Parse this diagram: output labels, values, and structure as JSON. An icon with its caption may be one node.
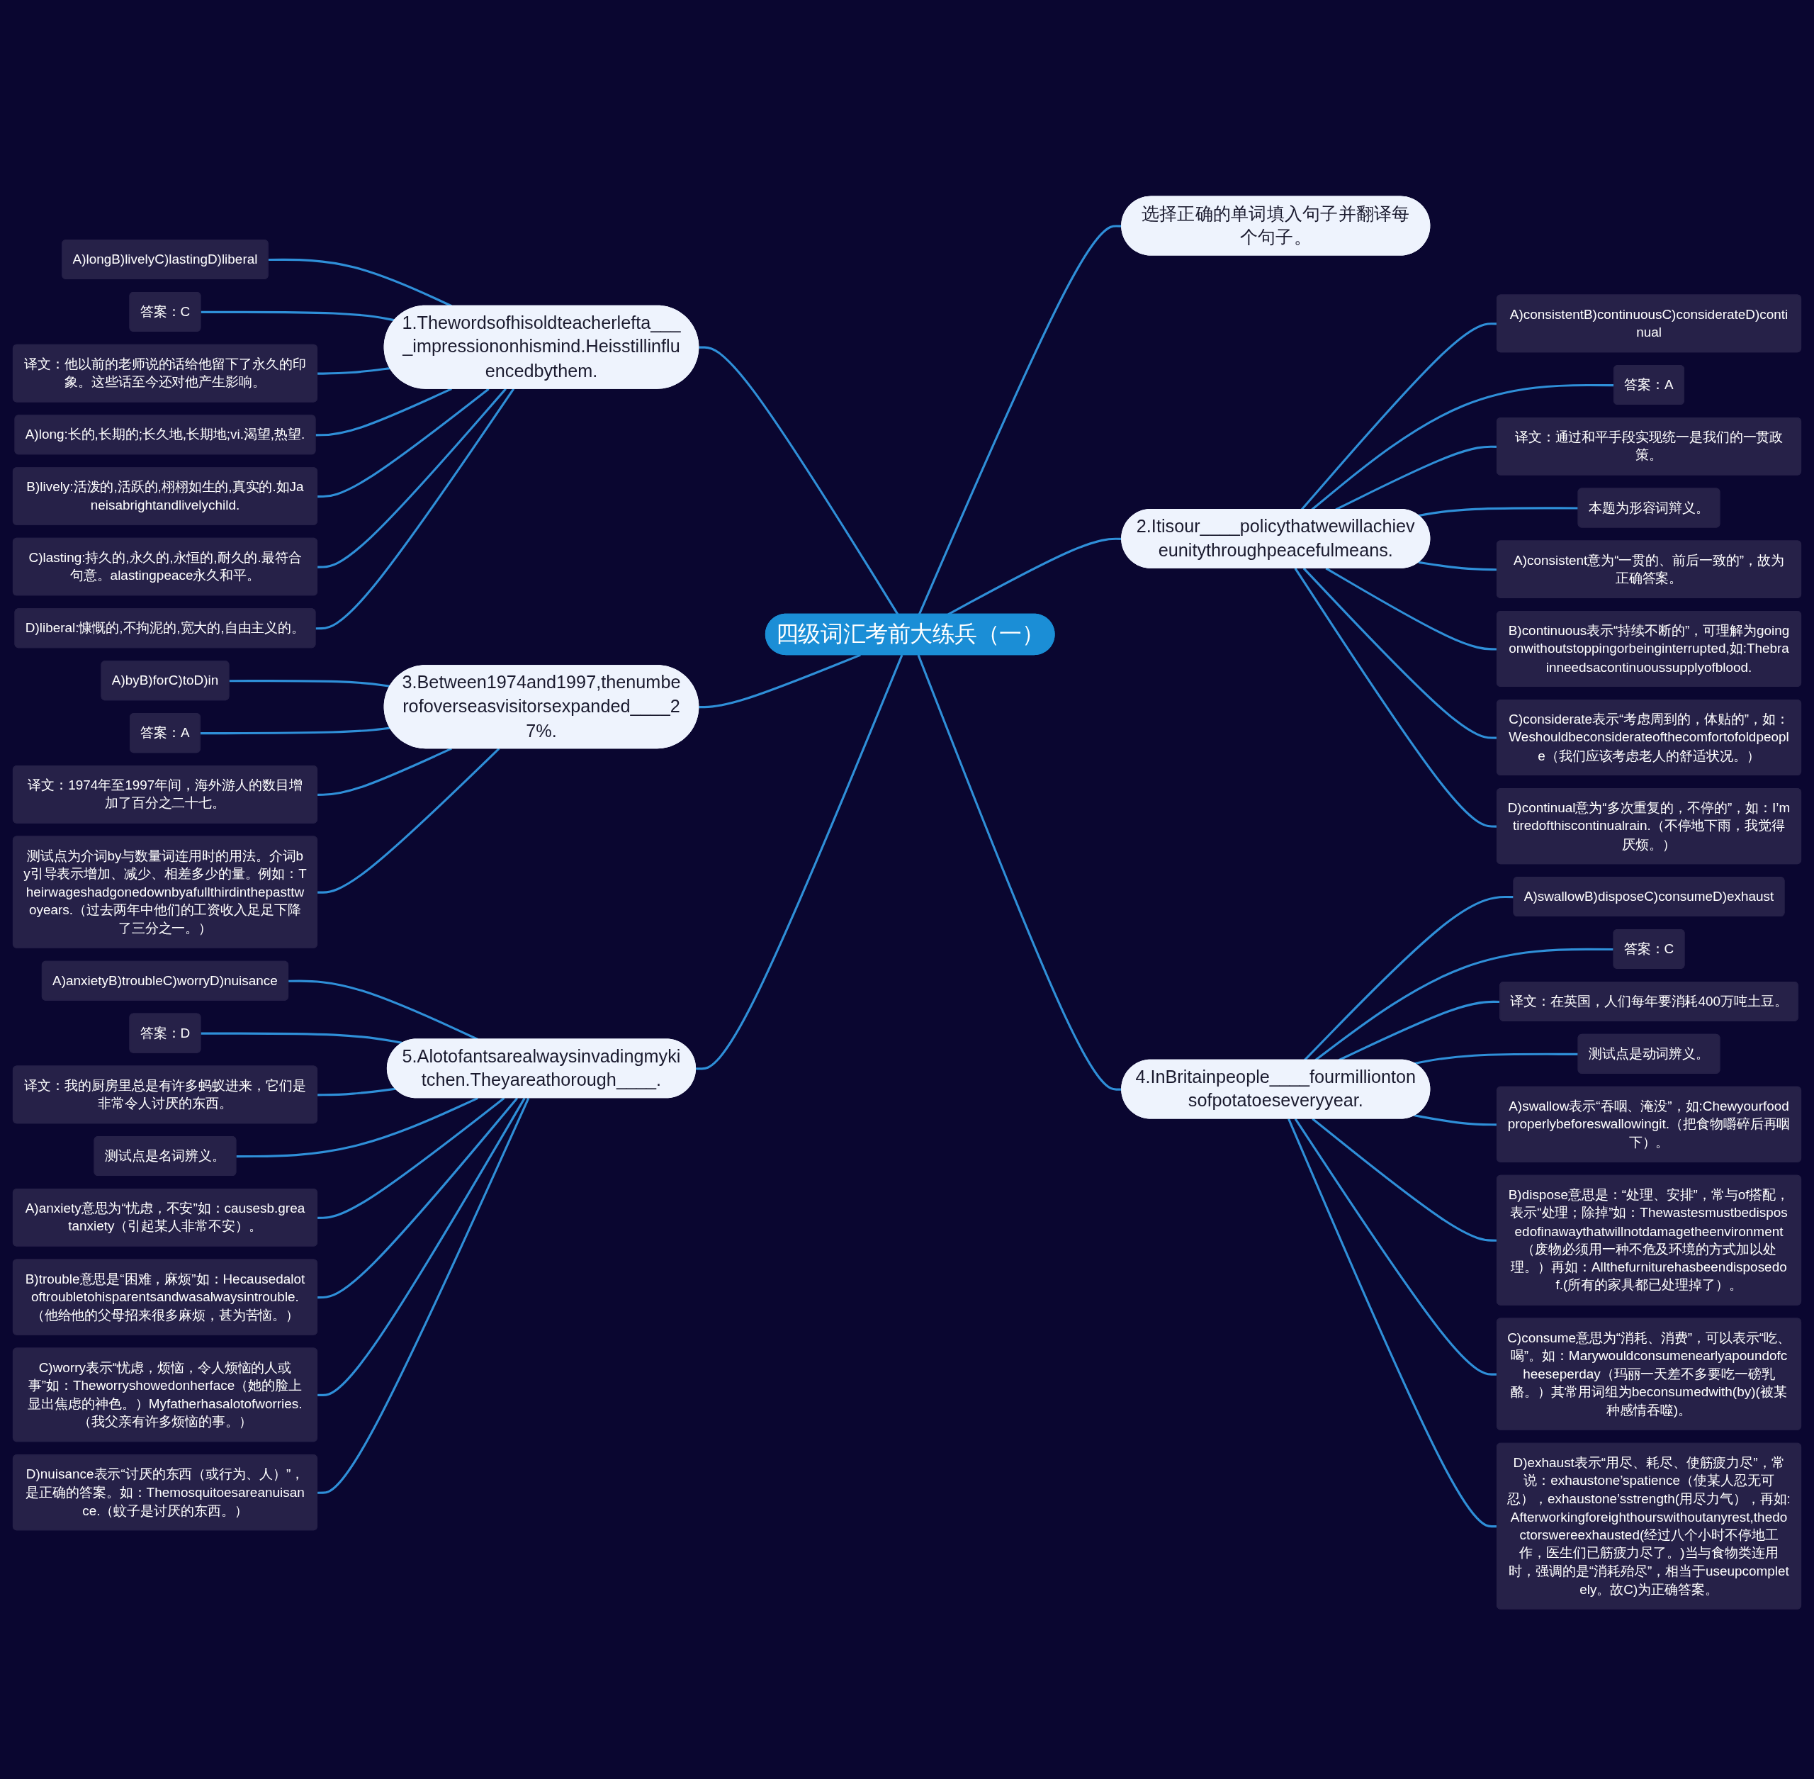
{
  "diagram": {
    "nodes": [
      {
        "text": [
          "四级词汇考前大练兵（一）"
        ]
      },
      {
        "text": [
          "选择正确的单词填入句子并翻译每个句子。"
        ]
      },
      {
        "text": [
          "1.Thewordsofhisoldteacherlefta____impressiononhismind.Heisstillinfluencedbythem."
        ]
      },
      {
        "text": [
          "A)longB)livelyC)lastingD)liberal"
        ]
      },
      {
        "text": [
          "答案：C"
        ]
      },
      {
        "text": [
          "译文：他以前的老师说的话给他留下了永久的印象。这些话至今还对他产生影响。"
        ]
      },
      {
        "text": [
          "A)long:长的,长期的;长久地,长期地;vi.渴望,热望."
        ]
      },
      {
        "text": [
          "B)lively:活泼的,活跃的,栩栩如生的,真实的.如Janeisabrightandlivelychild."
        ]
      },
      {
        "text": [
          "C)lasting:持久的,永久的,永恒的,耐久的.最符合句意。alastingpeace永久和平。"
        ]
      },
      {
        "text": [
          "D)liberal:慷慨的,不拘泥的,宽大的,自由主义的。"
        ]
      },
      {
        "text": [
          "2.Itisour____policythatwewillachieveunitythroughpeacefulmeans."
        ]
      },
      {
        "text": [
          "A)consistentB)continuousC)considerateD)continual"
        ]
      },
      {
        "text": [
          "答案：A"
        ]
      },
      {
        "text": [
          "译文：通过和平手段实现统一是我们的一贯政策。"
        ]
      },
      {
        "text": [
          "本题为形容词辩义。"
        ]
      },
      {
        "text": [
          "A)consistent意为“一贯的、前后一致的”，故为正确答案。"
        ]
      },
      {
        "text": [
          "B)continuous表示“持续不断的”，可理解为goingonwithoutstoppingorbeinginterrupted,如:Thebrainneedsacontinuoussupplyofblood."
        ]
      },
      {
        "text": [
          "C)considerate表示“考虑周到的，体贴的”，如：Weshouldbeconsiderateofthecomfortofoldpeople（我们应该考虑老人的舒适状况。）"
        ]
      },
      {
        "text": [
          "D)continual意为“多次重复的，不停的”，如：I’mtiredofthiscontinualrain.（不停地下雨，我觉得厌烦。）"
        ]
      },
      {
        "text": [
          "3.Between1974and1997,thenumberofoverseasvisitorsexpanded____27%."
        ]
      },
      {
        "text": [
          "A)byB)forC)toD)in"
        ]
      },
      {
        "text": [
          "答案：A"
        ]
      },
      {
        "text": [
          "译文：1974年至1997年间，海外游人的数目增加了百分之二十七。"
        ]
      },
      {
        "text": [
          "测试点为介词by与数量词连用时的用法。介词by引导表示增加、减少、相差多少的量。例如：Theirwageshadgonedownbyafullthirdinthepasttwoyears.（过去两年中他们的工资收入足足下降了三分之一。）"
        ]
      },
      {
        "text": [
          "4.InBritainpeople____fourmilliontonsofpotatoeseveryyear."
        ]
      },
      {
        "text": [
          "A)swallowB)disposeC)consumeD)exhaust"
        ]
      },
      {
        "text": [
          "答案：C"
        ]
      },
      {
        "text": [
          "译文：在英国，人们每年要消耗400万吨土豆。"
        ]
      },
      {
        "text": [
          "测试点是动词辨义。"
        ]
      },
      {
        "text": [
          "A)swallow表示“吞咽、淹没”，如:Chewyourfoodproperlybeforeswallowingit.（把食物嚼碎后再咽下）。"
        ]
      },
      {
        "text": [
          "B)dispose意思是：“处理、安排”，常与of搭配，表示“处理；除掉”如：Thewastesmustbedisposedofinawaythatwillnotdamagetheenvironment（废物必须用一种不危及环境的方式加以处理。）再如：Allthefurniturehasbeendisposedof.(所有的家具都已处理掉了）。"
        ]
      },
      {
        "text": [
          "C)consume意思为“消耗、消费”，可以表示“吃、喝”。如：Marywouldconsumenearlyapoundofcheeseperday（玛丽一天差不多要吃一磅乳酪。）其常用词组为beconsumedwith(by)(被某种感情吞噬)。"
        ]
      },
      {
        "text": [
          "D)exhaust表示“用尽、耗尽、使筋疲力尽”，常说：exhaustone’spatience（使某人忍无可忍），exhaustone’sstrength(用尽力气），再如:Afterworkingforeighthourswithoutanyrest,thedoctorswereexhausted(经过八个小时不停地工作，医生们已筋疲力尽了。)当与食物类连用时，强调的是“消耗殆尽”，相当于useupcompletely。故C)为正确答案。"
        ]
      },
      {
        "text": [
          "5.Alotofantsarealwaysinvadingmykitchen.Theyareathorough____."
        ]
      },
      {
        "text": [
          "A)anxietyB)troubleC)worryD)nuisance"
        ]
      },
      {
        "text": [
          "答案：D"
        ]
      },
      {
        "text": [
          "译文：我的厨房里总是有许多蚂蚁进来，它们是非常令人讨厌的东西。"
        ]
      },
      {
        "text": [
          "测试点是名词辨义。"
        ]
      },
      {
        "text": [
          "A)anxiety意思为“忧虑，不安”如：causesb.greatanxiety（引起某人非常不安）。"
        ]
      },
      {
        "text": [
          "B)trouble意思是“困难，麻烦”如：Hecausedalotoftroubletohisparentsandwasalwaysintrouble.（他给他的父母招来很多麻烦，甚为苦恼。）"
        ]
      },
      {
        "text": [
          "C)worry表示“忧虑，烦恼，令人烦恼的人或事”如：Theworryshowedonherface（她的脸上显出焦虑的神色。）Myfatherhasalotofworries.（我父亲有许多烦恼的事。）"
        ]
      },
      {
        "text": [
          "D)nuisance表示“讨厌的东西（或行为、人）”，是正确的答案。如：Themosquitoesareanuisance.（蚊子是讨厌的东西。）"
        ]
      }
    ],
    "edges": [
      {
        "from": 0,
        "to": 1,
        "arrow": "none"
      },
      {
        "from": 0,
        "to": 2,
        "arrow": "none"
      },
      {
        "from": 0,
        "to": 10,
        "arrow": "none"
      },
      {
        "from": 0,
        "to": 19,
        "arrow": "none"
      },
      {
        "from": 0,
        "to": 24,
        "arrow": "none"
      },
      {
        "from": 0,
        "to": 33,
        "arrow": "none"
      },
      {
        "from": 2,
        "to": 3,
        "arrow": "none"
      },
      {
        "from": 2,
        "to": 4,
        "arrow": "none"
      },
      {
        "from": 2,
        "to": 5,
        "arrow": "none"
      },
      {
        "from": 2,
        "to": 6,
        "arrow": "none"
      },
      {
        "from": 2,
        "to": 7,
        "arrow": "none"
      },
      {
        "from": 2,
        "to": 8,
        "arrow": "none"
      },
      {
        "from": 2,
        "to": 9,
        "arrow": "none"
      },
      {
        "from": 10,
        "to": 11,
        "arrow": "none"
      },
      {
        "from": 10,
        "to": 12,
        "arrow": "none"
      },
      {
        "from": 10,
        "to": 13,
        "arrow": "none"
      },
      {
        "from": 10,
        "to": 14,
        "arrow": "none"
      },
      {
        "from": 10,
        "to": 15,
        "arrow": "none"
      },
      {
        "from": 10,
        "to": 16,
        "arrow": "none"
      },
      {
        "from": 10,
        "to": 17,
        "arrow": "none"
      },
      {
        "from": 10,
        "to": 18,
        "arrow": "none"
      },
      {
        "from": 19,
        "to": 20,
        "arrow": "none"
      },
      {
        "from": 19,
        "to": 21,
        "arrow": "none"
      },
      {
        "from": 19,
        "to": 22,
        "arrow": "none"
      },
      {
        "from": 19,
        "to": 23,
        "arrow": "none"
      },
      {
        "from": 24,
        "to": 25,
        "arrow": "none"
      },
      {
        "from": 24,
        "to": 26,
        "arrow": "none"
      },
      {
        "from": 24,
        "to": 27,
        "arrow": "none"
      },
      {
        "from": 24,
        "to": 28,
        "arrow": "none"
      },
      {
        "from": 24,
        "to": 29,
        "arrow": "none"
      },
      {
        "from": 24,
        "to": 30,
        "arrow": "none"
      },
      {
        "from": 24,
        "to": 31,
        "arrow": "none"
      },
      {
        "from": 24,
        "to": 32,
        "arrow": "none"
      },
      {
        "from": 33,
        "to": 34,
        "arrow": "none"
      },
      {
        "from": 33,
        "to": 35,
        "arrow": "none"
      },
      {
        "from": 33,
        "to": 36,
        "arrow": "none"
      },
      {
        "from": 33,
        "to": 37,
        "arrow": "none"
      },
      {
        "from": 33,
        "to": 38,
        "arrow": "none"
      },
      {
        "from": 33,
        "to": 39,
        "arrow": "none"
      },
      {
        "from": 33,
        "to": 40,
        "arrow": "none"
      },
      {
        "from": 33,
        "to": 41,
        "arrow": "none"
      }
    ]
  }
}
